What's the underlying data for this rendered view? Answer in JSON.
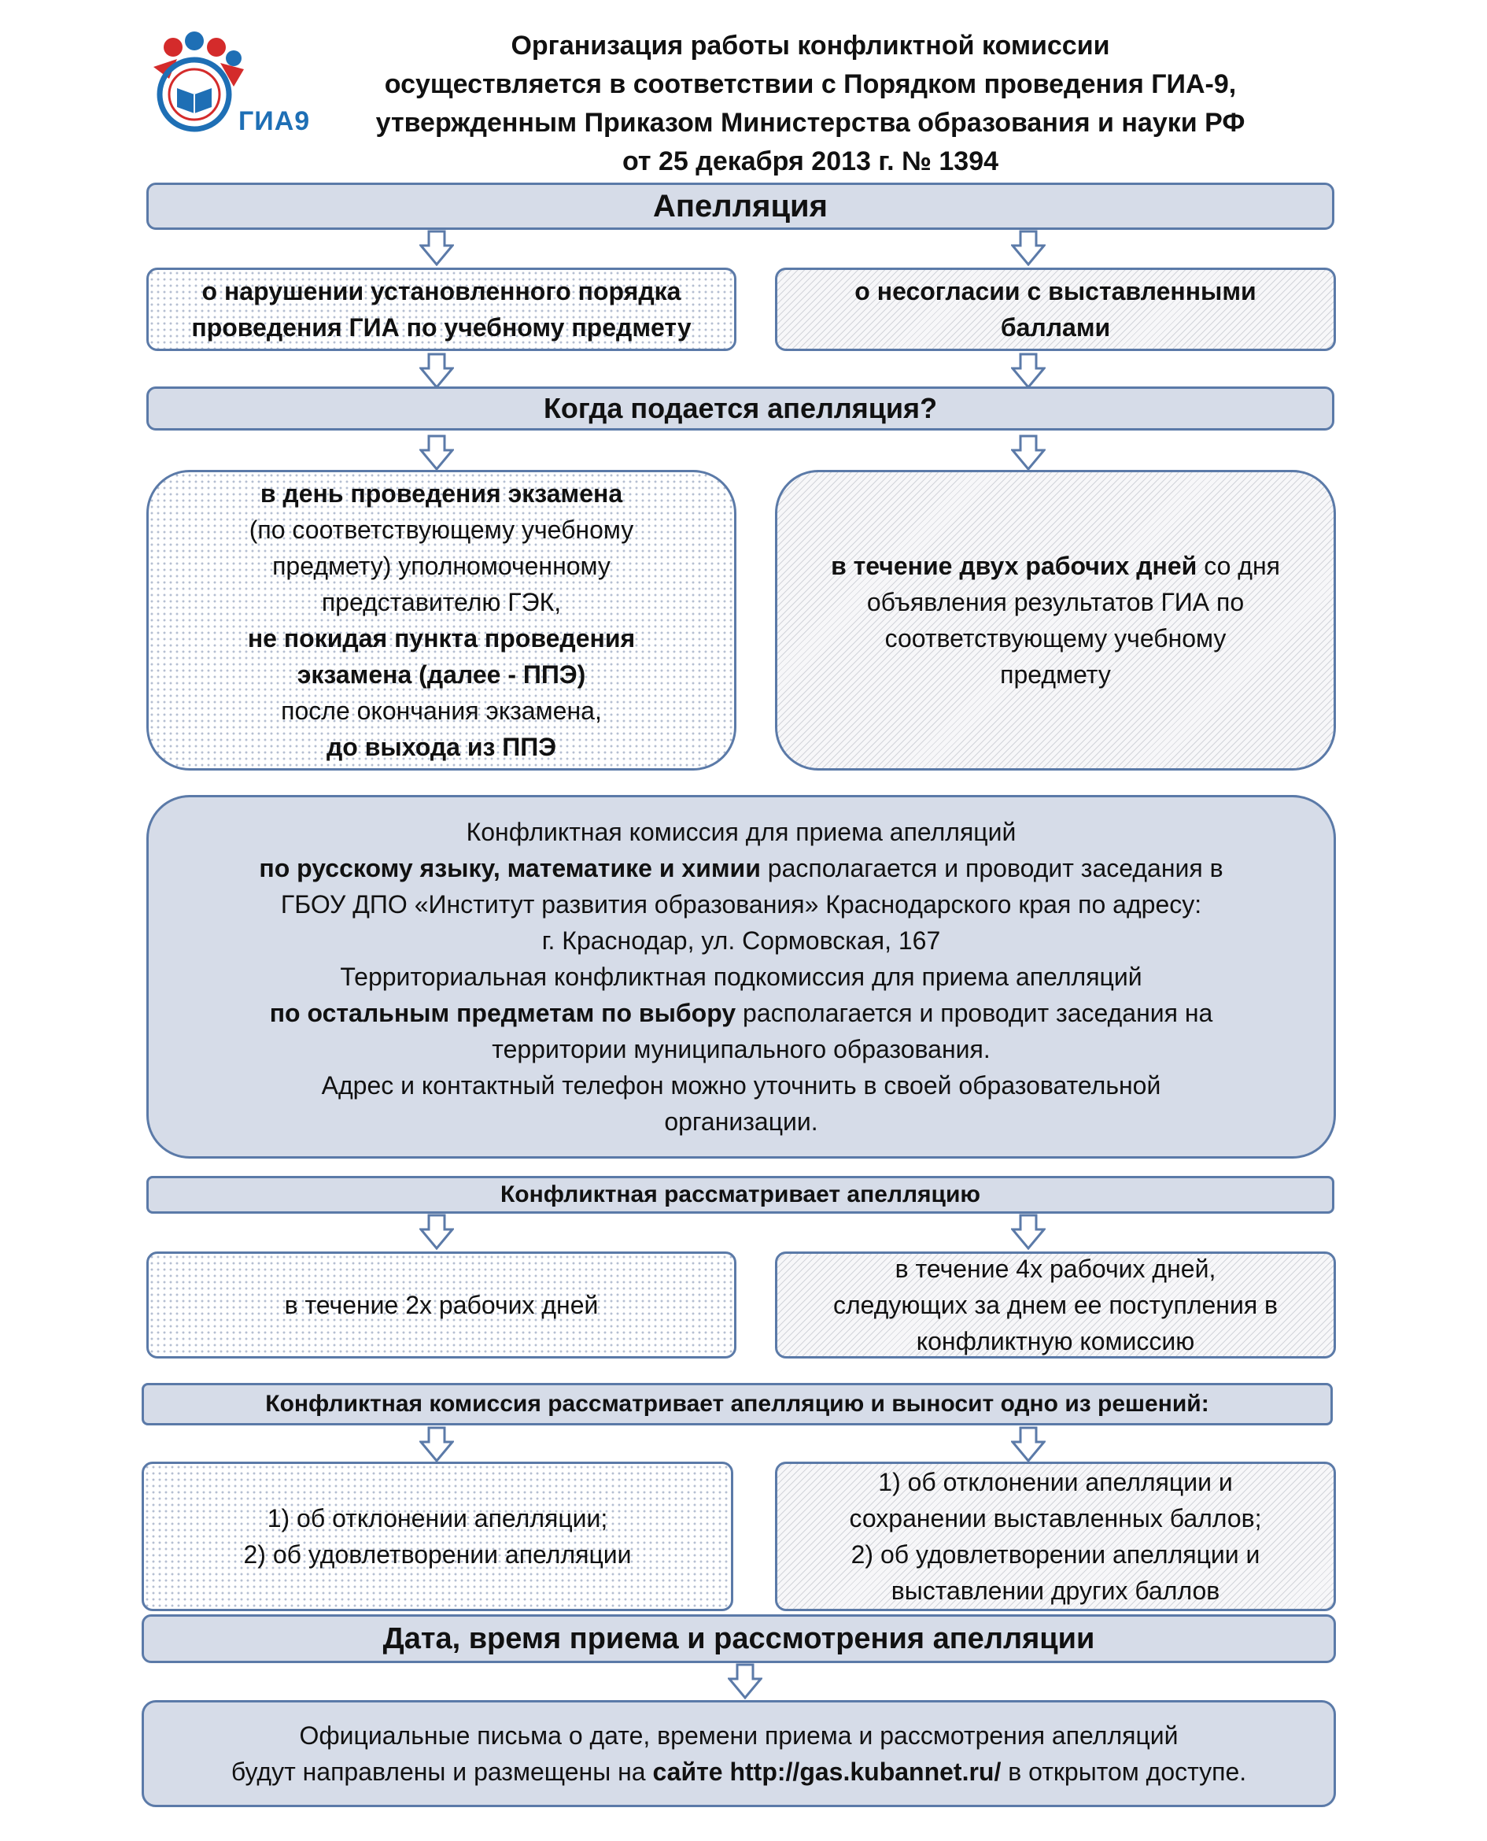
{
  "logo": {
    "text": "ГИА9"
  },
  "title": {
    "lines": [
      "Организация работы конфликтной комиссии",
      "осуществляется в соответствии с Порядком проведения ГИА-9,",
      "утвержденным Приказом Министерства образования и науки РФ",
      "от 25 декабря 2013 г. № 1394"
    ]
  },
  "banners": {
    "appeal": "Апелляция",
    "when": "Когда подается апелляция?",
    "reviews": "Конфликтная рассматривает апелляцию",
    "decision": "Конфликтная комиссия рассматривает апелляцию и выносит одно из решений:",
    "date": "Дата, время приема и рассмотрения апелляции"
  },
  "types": {
    "left": [
      "о нарушении установленного порядка",
      "проведения ГИА по учебному предмету"
    ],
    "right": [
      "о несогласии с выставленными",
      "баллами"
    ]
  },
  "when_left": {
    "l1": "в день проведения экзамена",
    "l2": "(по соответствующему учебному",
    "l3": "предмету) уполномоченному",
    "l4": "представителю ГЭК,",
    "l5": "не покидая пункта проведения",
    "l6": "экзамена (далее - ППЭ)",
    "l7": "после окончания экзамена,",
    "l8": "до выхода из ППЭ"
  },
  "when_right": {
    "bold": "в течение двух рабочих дней",
    "l1_rest": " со дня",
    "l2": "объявления результатов ГИА по",
    "l3": "соответствующему учебному",
    "l4": "предмету"
  },
  "commission": {
    "l1": "Конфликтная комиссия для приема апелляций",
    "l2_bold": "по русскому языку, математике и химии",
    "l2_rest": " располагается и проводит заседания в",
    "l3": "ГБОУ ДПО «Институт развития образования» Краснодарского края по адресу:",
    "l4": "г. Краснодар, ул. Сормовская, 167",
    "l5": "Территориальная конфликтная подкомиссия для приема апелляций",
    "l6_bold": "по остальным предметам по выбору",
    "l6_rest": " располагается и проводит заседания на",
    "l7": "территории муниципального образования.",
    "l8": "Адрес и контактный телефон можно уточнить в своей образовательной",
    "l9": "организации."
  },
  "review_terms": {
    "left": "в течение 2х рабочих дней",
    "right": [
      "в течение 4х рабочих дней,",
      "следующих за днем ее поступления в",
      "конфликтную комиссию"
    ]
  },
  "decisions": {
    "left": [
      "1) об отклонении апелляции;",
      "2) об удовлетворении апелляции"
    ],
    "right": [
      "1) об отклонении апелляции и",
      "сохранении выставленных баллов;",
      "2) об удовлетворении апелляции и",
      "выставлении других баллов"
    ]
  },
  "letters": {
    "l1": "Официальные письма о дате, времени приема и рассмотрения апелляций",
    "l2_a": "будут направлены и размещены на ",
    "l2_bold": "сайте http://gas.kubannet.ru/",
    "l2_b": " в открытом доступе."
  }
}
